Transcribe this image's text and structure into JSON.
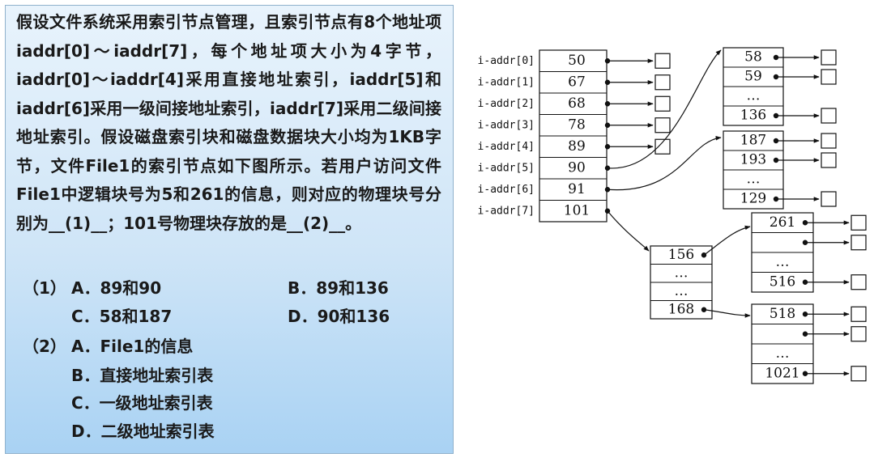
{
  "question": {
    "paragraph": "假设文件系统采用索引节点管理，且索引节点有8个地址项iaddr[0]～iaddr[7]，每个地址项大小为4字节，iaddr[0]～iaddr[4]采用直接地址索引，iaddr[5]和iaddr[6]采用一级间接地址索引，iaddr[7]采用二级间接地址索引。假设磁盘索引块和磁盘数据块大小均为1KB字节，文件File1的索引节点如下图所示。若用户访问文件File1中逻辑块号为5和261的信息，则对应的物理块号分别为__(1)__；101号物理块存放的是__(2)__。",
    "q1": {
      "label": "（1）",
      "a": "A．89和90",
      "b": "B．89和136",
      "c": "C．58和187",
      "d": "D．90和136"
    },
    "q2": {
      "label": "（2）",
      "a": "A．File1的信息",
      "b": "B．直接地址索引表",
      "c": "C．一级地址索引表",
      "d": "D．二级地址索引表"
    }
  },
  "diagram": {
    "inode_labels": [
      "i-addr[0]",
      "i-addr[1]",
      "i-addr[2]",
      "i-addr[3]",
      "i-addr[4]",
      "i-addr[5]",
      "i-addr[6]",
      "i-addr[7]"
    ],
    "inode_values": [
      "50",
      "67",
      "68",
      "78",
      "89",
      "90",
      "91",
      "101"
    ],
    "block_90": [
      "58",
      "59",
      "…",
      "136"
    ],
    "block_91": [
      "187",
      "193",
      "…",
      "129"
    ],
    "block_101": [
      "156",
      "…",
      "…",
      "168"
    ],
    "block_156": [
      "261",
      "",
      "…",
      "516"
    ],
    "block_168": [
      "518",
      "",
      "…",
      "1021"
    ]
  }
}
